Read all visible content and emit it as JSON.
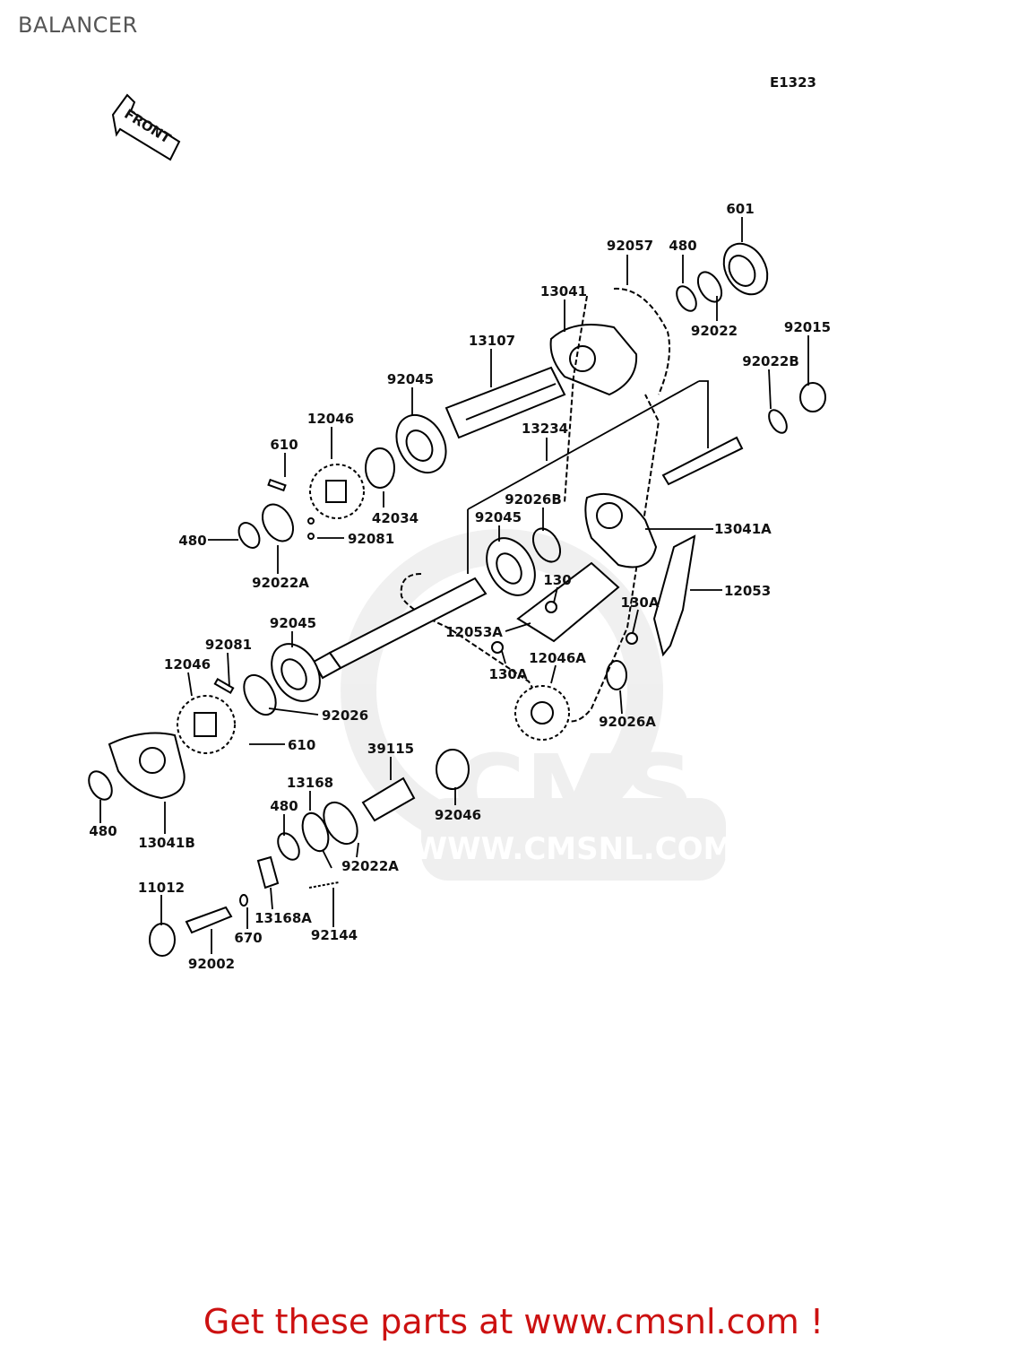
{
  "page": {
    "title": "BALANCER",
    "figure_code": "E1323",
    "front_arrow_text": "FRONT",
    "watermark": "WWW.CMSNL.COM",
    "footer": "Get these parts at www.cmsnl.com !"
  },
  "callouts": [
    "601",
    "480",
    "92057",
    "92022",
    "13041",
    "92015",
    "13107",
    "92022B",
    "92045",
    "13234",
    "12046",
    "610",
    "92026B",
    "92045",
    "13041A",
    "42034",
    "480",
    "92081",
    "92022A",
    "130",
    "12053",
    "130A",
    "12053A",
    "92045",
    "92081",
    "130A",
    "12046A",
    "12046",
    "92026",
    "92026A",
    "610",
    "39115",
    "13168",
    "480",
    "92046",
    "480",
    "13041B",
    "92022A",
    "11012",
    "13168A",
    "670",
    "92144",
    "92002"
  ]
}
